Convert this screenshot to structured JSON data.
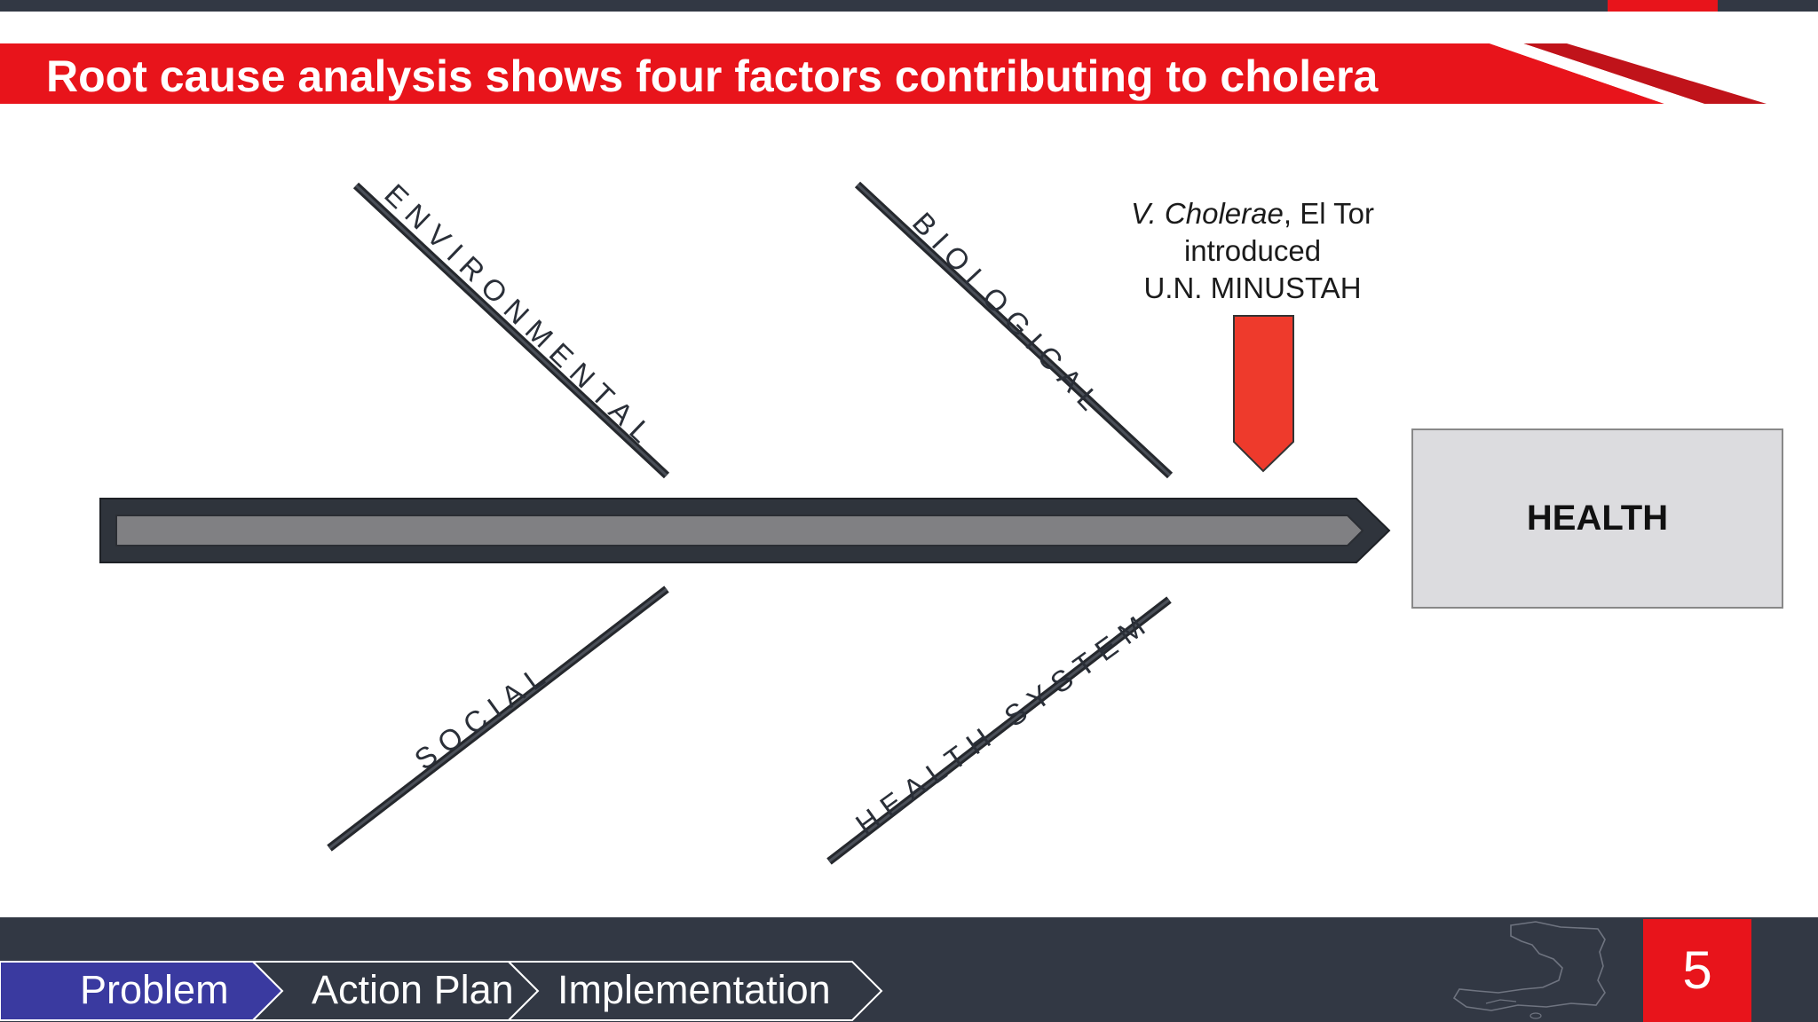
{
  "slide": {
    "title": "Root cause analysis shows four factors contributing to cholera",
    "page_number": "5"
  },
  "diagram": {
    "causes": [
      {
        "label": "ENVIRONMENTAL"
      },
      {
        "label": "BIOLOGICAL"
      },
      {
        "label": "SOCIAL"
      },
      {
        "label": "HEALTH SYSTEM"
      }
    ],
    "effect": "HEALTH",
    "annotation": {
      "organism_italic": "V. Cholerae",
      "organism_rest": ", El Tor",
      "line2": "introduced",
      "line3": "U.N. MINUSTAH"
    }
  },
  "footer_nav": {
    "steps": [
      {
        "label": "Problem",
        "active": true
      },
      {
        "label": "Action Plan",
        "active": false
      },
      {
        "label": "Implementation",
        "active": false
      }
    ]
  },
  "colors": {
    "accent_red": "#e8141b",
    "dark_slate": "#323844",
    "arrow_red": "#ee3a2c",
    "nav_active": "#3a3aa0"
  }
}
